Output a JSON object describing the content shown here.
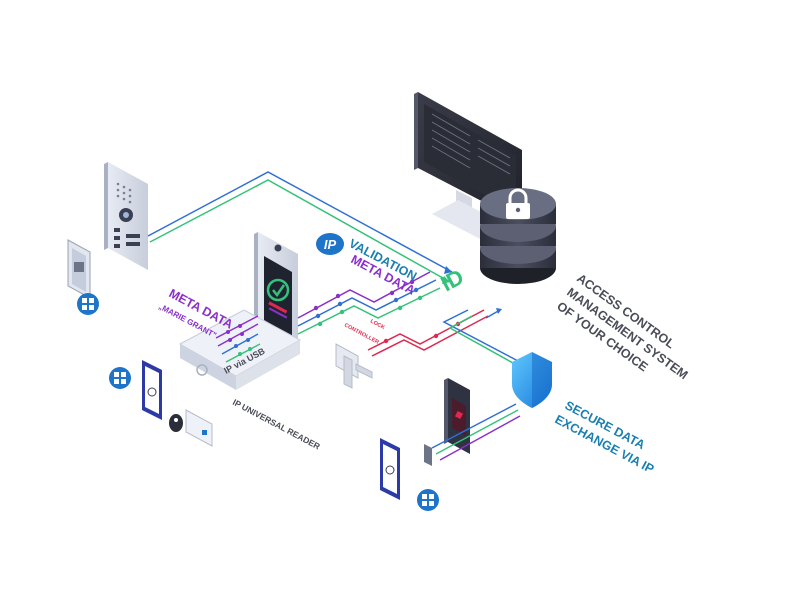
{
  "colors": {
    "blue": "#2f6fd6",
    "green": "#34c27a",
    "purple": "#8a2fc9",
    "red": "#e0284f",
    "teal": "#1a7fb0",
    "gray_text": "#4a4d57",
    "db_dark": "#2f3240",
    "badge_blue": "#1d74c8"
  },
  "labels": {
    "ip_badge": "IP",
    "validation": "VALIDATION",
    "meta_data": "META DATA",
    "id": "ID",
    "acms_line1": "ACCESS CONTROL",
    "acms_line2": "MANAGEMENT SYSTEM",
    "acms_line3": "OF YOUR CHOICE",
    "meta_data_left": "META DATA",
    "marie_grant": "„MARIE GRANT\"",
    "lock_line1": "LOCK",
    "lock_line2": "CONTROLLER",
    "ip_via_usb": "IP via USB",
    "ip_universal_reader": "IP UNIVERSAL READER",
    "secure_line1": "SECURE DATA",
    "secure_line2": "EXCHANGE VIA IP"
  },
  "icons": {
    "lock": "lock-icon",
    "checkmark": "checkmark-icon",
    "shield": "shield-icon",
    "app_badge": "app-grid-icon",
    "fingerprint": "fingerprint-icon",
    "camera": "camera-icon",
    "keypad": "keypad-icon",
    "key_fob": "key-fob-icon",
    "card": "card-icon",
    "smartphone": "smartphone-icon"
  }
}
